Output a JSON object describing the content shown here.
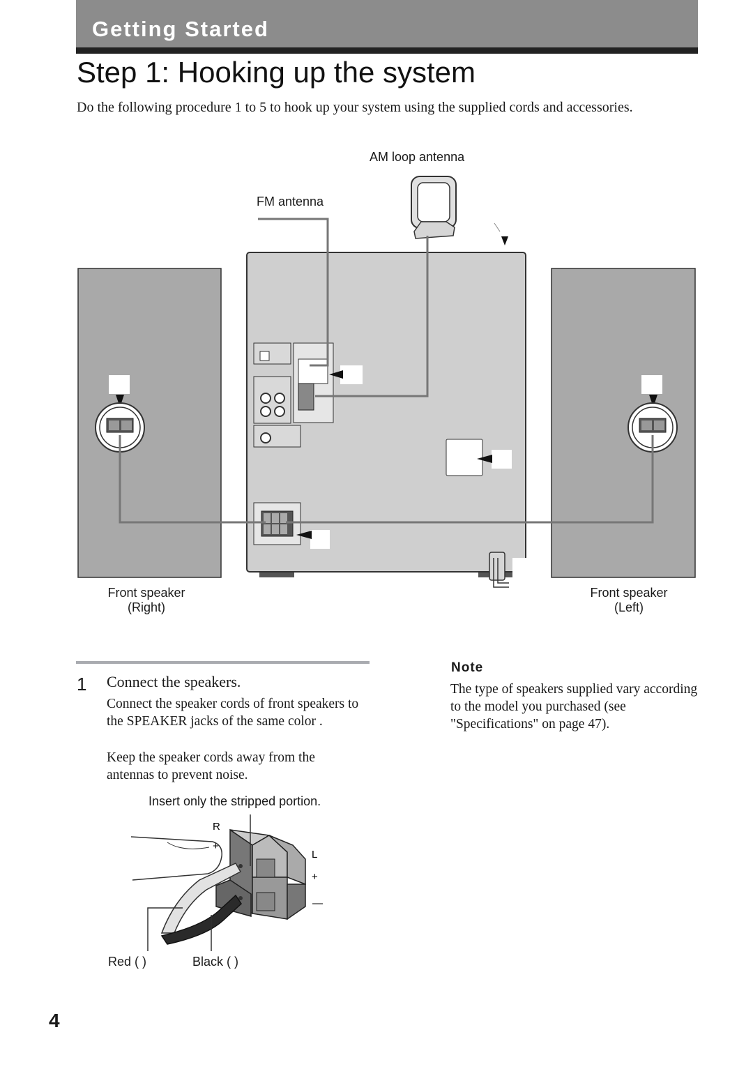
{
  "header": {
    "section": "Getting Started",
    "title": "Step 1: Hooking up the system"
  },
  "intro": "Do the following procedure 1   to 5   to hook up your system using the supplied cords and accessories.",
  "diagram": {
    "am_antenna_label": "AM loop antenna",
    "fm_antenna_label": "FM antenna",
    "speaker_right_label": "Front speaker",
    "speaker_right_side": "(Right)",
    "speaker_left_label": "Front speaker",
    "speaker_left_side": "(Left)"
  },
  "step1": {
    "number": "1",
    "heading": "Connect the speakers.",
    "text1": "Connect the speaker cords of front speakers to the SPEAKER jacks of the same color .",
    "text2": "Keep the speaker cords away from the antennas to prevent noise.",
    "insert_caption": "Insert only the stripped portion.",
    "terminal_r": "R",
    "terminal_plus": "+",
    "terminal_l": "L",
    "terminal_plus2": "+",
    "terminal_minus": "—",
    "wire_red": "Red (   )",
    "wire_black": "Black (   )"
  },
  "note": {
    "heading": "Note",
    "text": "The type of speakers supplied vary according to the model you purchased (see \"Specifications\" on page 47)."
  },
  "page_number": "4"
}
